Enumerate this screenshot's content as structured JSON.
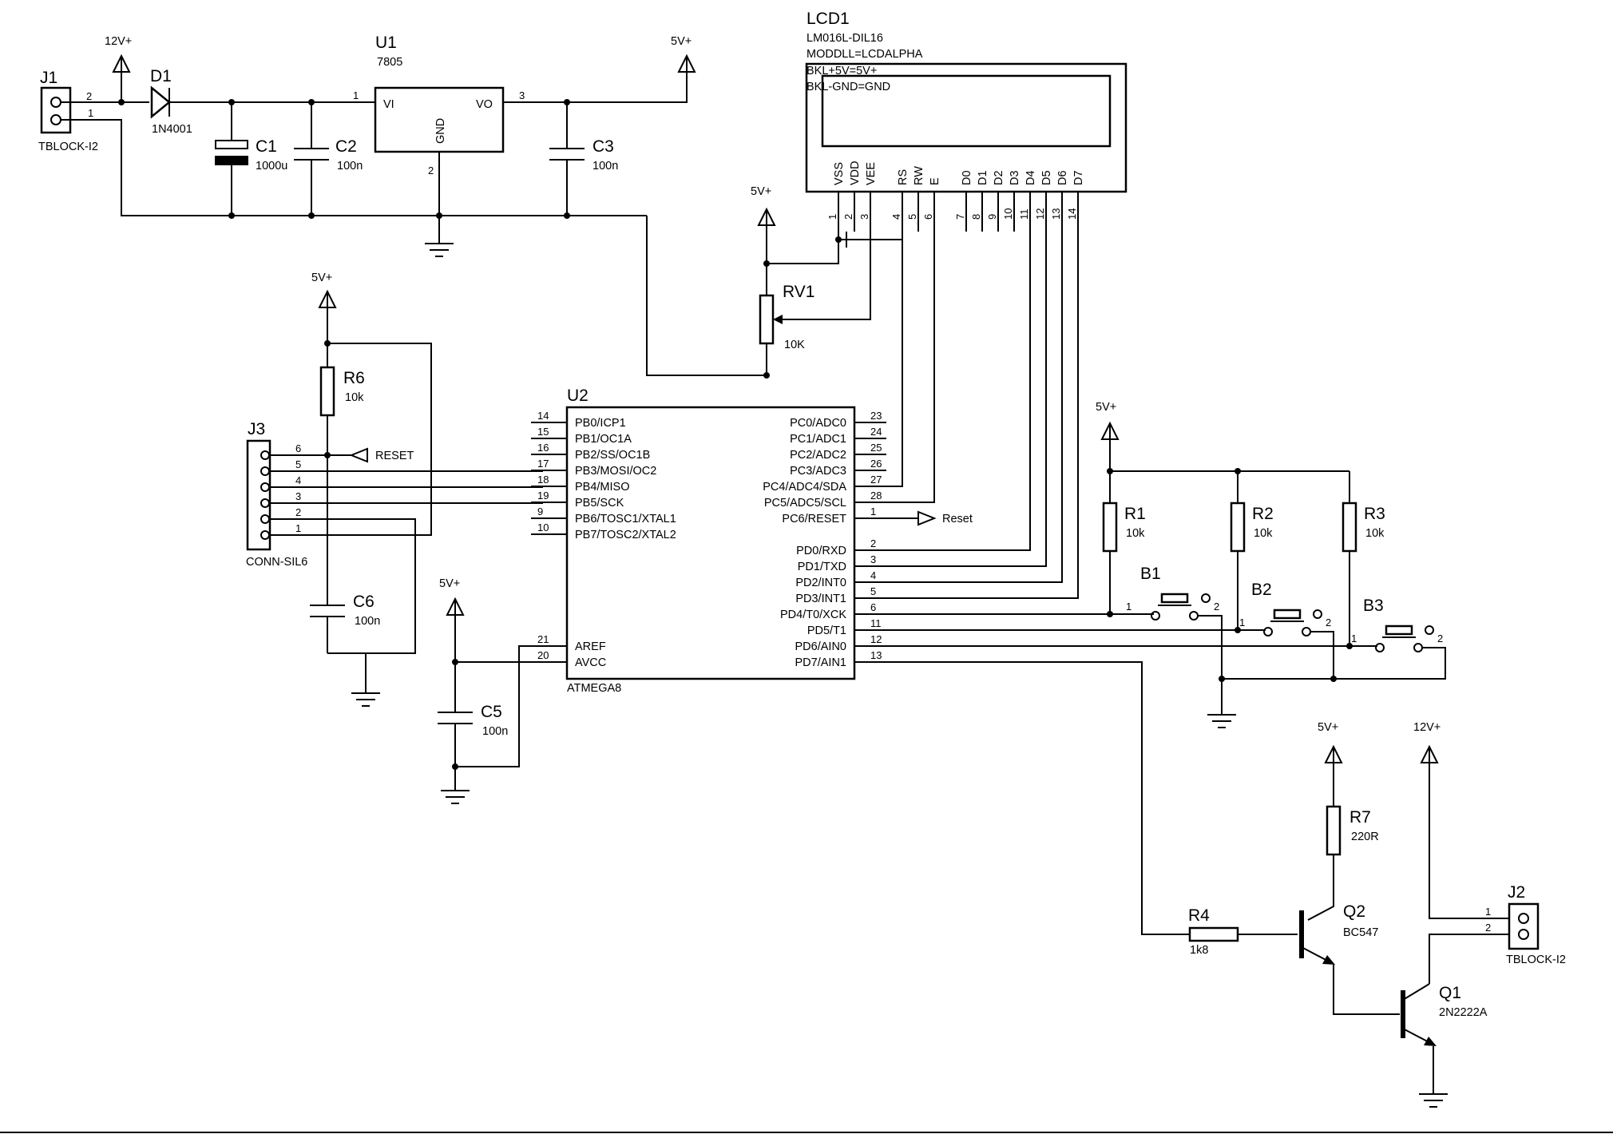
{
  "parts": {
    "J1": {
      "ref": "J1",
      "value": "TBLOCK-I2",
      "pin1": "1",
      "pin2": "2"
    },
    "D1": {
      "ref": "D1",
      "value": "1N4001"
    },
    "U1": {
      "ref": "U1",
      "value": "7805",
      "vi": "VI",
      "vo": "VO",
      "gnd": "GND",
      "pin1": "1",
      "pin2": "2",
      "pin3": "3"
    },
    "C1": {
      "ref": "C1",
      "value": "1000u"
    },
    "C2": {
      "ref": "C2",
      "value": "100n"
    },
    "C3": {
      "ref": "C3",
      "value": "100n"
    },
    "C5": {
      "ref": "C5",
      "value": "100n"
    },
    "C6": {
      "ref": "C6",
      "value": "100n"
    },
    "LCD1": {
      "ref": "LCD1",
      "value": "LM016L-DIL16",
      "props": [
        "MODDLL=LCDALPHA",
        "BKL+5V=5V+",
        "BKL-GND=GND"
      ],
      "pins": [
        {
          "name": "VSS",
          "num": "1"
        },
        {
          "name": "VDD",
          "num": "2"
        },
        {
          "name": "VEE",
          "num": "3"
        },
        {
          "name": "RS",
          "num": "4"
        },
        {
          "name": "RW",
          "num": "5"
        },
        {
          "name": "E",
          "num": "6"
        },
        {
          "name": "D0",
          "num": "7"
        },
        {
          "name": "D1",
          "num": "8"
        },
        {
          "name": "D2",
          "num": "9"
        },
        {
          "name": "D3",
          "num": "10"
        },
        {
          "name": "D4",
          "num": "11"
        },
        {
          "name": "D5",
          "num": "12"
        },
        {
          "name": "D6",
          "num": "13"
        },
        {
          "name": "D7",
          "num": "14"
        }
      ]
    },
    "RV1": {
      "ref": "RV1",
      "value": "10K"
    },
    "R6": {
      "ref": "R6",
      "value": "10k"
    },
    "J3": {
      "ref": "J3",
      "value": "CONN-SIL6",
      "pins": [
        "6",
        "5",
        "4",
        "3",
        "2",
        "1"
      ]
    },
    "U2": {
      "ref": "U2",
      "value": "ATMEGA8",
      "left_pins": [
        {
          "num": "14",
          "name": "PB0/ICP1"
        },
        {
          "num": "15",
          "name": "PB1/OC1A"
        },
        {
          "num": "16",
          "name": "PB2/SS/OC1B"
        },
        {
          "num": "17",
          "name": "PB3/MOSI/OC2"
        },
        {
          "num": "18",
          "name": "PB4/MISO"
        },
        {
          "num": "19",
          "name": "PB5/SCK"
        },
        {
          "num": "9",
          "name": "PB6/TOSC1/XTAL1"
        },
        {
          "num": "10",
          "name": "PB7/TOSC2/XTAL2"
        },
        {
          "num": "21",
          "name": "AREF"
        },
        {
          "num": "20",
          "name": "AVCC"
        }
      ],
      "right_pins": [
        {
          "num": "23",
          "name": "PC0/ADC0"
        },
        {
          "num": "24",
          "name": "PC1/ADC1"
        },
        {
          "num": "25",
          "name": "PC2/ADC2"
        },
        {
          "num": "26",
          "name": "PC3/ADC3"
        },
        {
          "num": "27",
          "name": "PC4/ADC4/SDA"
        },
        {
          "num": "28",
          "name": "PC5/ADC5/SCL"
        },
        {
          "num": "1",
          "name": "PC6/RESET"
        },
        {
          "num": "2",
          "name": "PD0/RXD"
        },
        {
          "num": "3",
          "name": "PD1/TXD"
        },
        {
          "num": "4",
          "name": "PD2/INT0"
        },
        {
          "num": "5",
          "name": "PD3/INT1"
        },
        {
          "num": "6",
          "name": "PD4/T0/XCK"
        },
        {
          "num": "11",
          "name": "PD5/T1"
        },
        {
          "num": "12",
          "name": "PD6/AIN0"
        },
        {
          "num": "13",
          "name": "PD7/AIN1"
        }
      ]
    },
    "R1": {
      "ref": "R1",
      "value": "10k"
    },
    "R2": {
      "ref": "R2",
      "value": "10k"
    },
    "R3": {
      "ref": "R3",
      "value": "10k"
    },
    "B1": {
      "ref": "B1",
      "pin1": "1",
      "pin2": "2"
    },
    "B2": {
      "ref": "B2",
      "pin1": "1",
      "pin2": "2"
    },
    "B3": {
      "ref": "B3",
      "pin1": "1",
      "pin2": "2"
    },
    "R4": {
      "ref": "R4",
      "value": "1k8"
    },
    "R7": {
      "ref": "R7",
      "value": "220R"
    },
    "Q1": {
      "ref": "Q1",
      "value": "2N2222A"
    },
    "Q2": {
      "ref": "Q2",
      "value": "BC547"
    },
    "J2": {
      "ref": "J2",
      "value": "TBLOCK-I2",
      "pin1": "1",
      "pin2": "2"
    }
  },
  "power": {
    "v12": "12V+",
    "v5": "5V+"
  },
  "nets": {
    "reset_j3": "RESET",
    "reset_u2": "Reset"
  }
}
